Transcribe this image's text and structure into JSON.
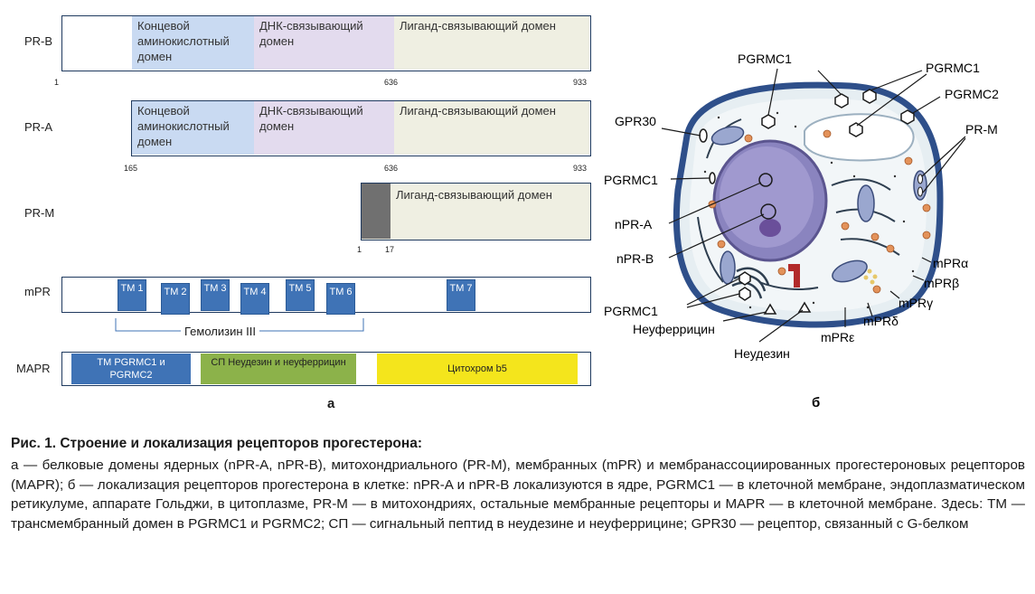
{
  "panel_a": {
    "letter": "а",
    "rows": {
      "pr_b": {
        "label": "PR-B",
        "seg1": "Концевой аминокислотный домен",
        "seg2": "ДНК-связывающий домен",
        "seg3": "Лиганд-связывающий домен",
        "t1": "1",
        "t2": "636",
        "t3": "933"
      },
      "pr_a": {
        "label": "PR-A",
        "seg1": "Концевой аминокислотный домен",
        "seg2": "ДНК-связывающий домен",
        "seg3": "Лиганд-связывающий домен",
        "t1": "165",
        "t2": "636",
        "t3": "933"
      },
      "pr_m": {
        "label": "PR-M",
        "seg1": "Лиганд-связывающий домен",
        "t1": "1",
        "t2": "17"
      },
      "mpr": {
        "label": "mPR",
        "tm": [
          "TM 1",
          "TM 2",
          "TM 3",
          "TM 4",
          "TM 5",
          "TM 6",
          "TM 7"
        ],
        "brace": "Гемолизин III"
      },
      "mapr": {
        "label": "MAPR",
        "seg1": "TM PGRMC1 и PGRMC2",
        "seg2": "СП Неудезин и неуферрицин",
        "seg3": "Цитохром b5"
      }
    }
  },
  "panel_b": {
    "letter": "б",
    "labels": {
      "pgrmc1_top": "PGRMC1",
      "pgrmc1_right": "PGRMC1",
      "pgrmc2": "PGRMC2",
      "gpr30": "GPR30",
      "prm": "PR-M",
      "pgrmc1_left": "PGRMC1",
      "npra": "nPR-A",
      "nprb": "nPR-B",
      "mpra": "mPRα",
      "mprb": "mPRβ",
      "mprg": "mPRγ",
      "mprd": "mPRδ",
      "mpre": "mPRε",
      "pgrmc1_bottom": "PGRMC1",
      "neuferritin": "Неуферрицин",
      "neudesin": "Неудезин"
    }
  },
  "caption": {
    "title": "Рис. 1. Строение и локализация рецепторов прогестерона:",
    "body": "а — белковые домены ядерных (nPR-A, nPR-B), митохондриального (PR-M), мембранных (mPR) и мембранассоциированных прогестероновых рецепторов (MAPR); б — локализация рецепторов прогестерона в клетке: nPR-A и nPR-B локализуются в ядре, PGRMC1 — в клеточной мембране, эндоплазматическом ретикулуме, аппарате Гольджи, в цитоплазме, PR-M — в митохондриях, остальные мембранные рецепторы и MAPR — в клеточной мембране. Здесь: TM — трансмембранный домен в PGRMC1 и PGRMC2; СП — сигнальный пептид в неудезине и неуферрицине; GPR30 — рецептор, связанный с G-белком"
  },
  "colors": {
    "n_terminal": "#c9daf2",
    "dna": "#e3dbee",
    "ligand": "#efefe2",
    "prm_block": "#707070",
    "tm": "#3f73b6",
    "mapr_tm": "#3f73b6",
    "mapr_sp": "#8cb24a",
    "mapr_cyt": "#f4e51c"
  }
}
